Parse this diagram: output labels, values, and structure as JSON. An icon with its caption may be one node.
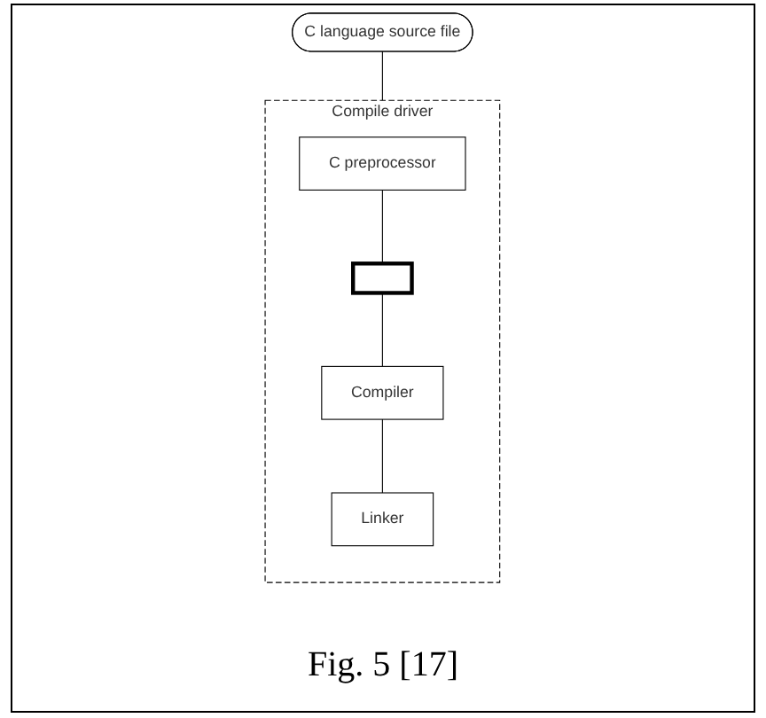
{
  "diagram": {
    "caption": "Fig. 5 [17]",
    "nodes": [
      {
        "text": [
          "C language source file"
        ]
      },
      {
        "text": [
          "Compile driver"
        ]
      },
      {
        "text": [
          "C preprocessor"
        ],
        "in": 1
      },
      {
        "text": [],
        "shape": "box",
        "in": 1
      },
      {
        "text": [
          "Compiler"
        ],
        "in": 1
      },
      {
        "text": [
          "Linker"
        ],
        "in": 1
      }
    ],
    "edges": [
      {
        "from": 0,
        "to": 1,
        "arrow": "none"
      },
      {
        "from": 2,
        "to": 3,
        "arrow": "none"
      },
      {
        "from": 3,
        "to": 4,
        "arrow": "none"
      },
      {
        "from": 4,
        "to": 5,
        "arrow": "none"
      }
    ]
  }
}
